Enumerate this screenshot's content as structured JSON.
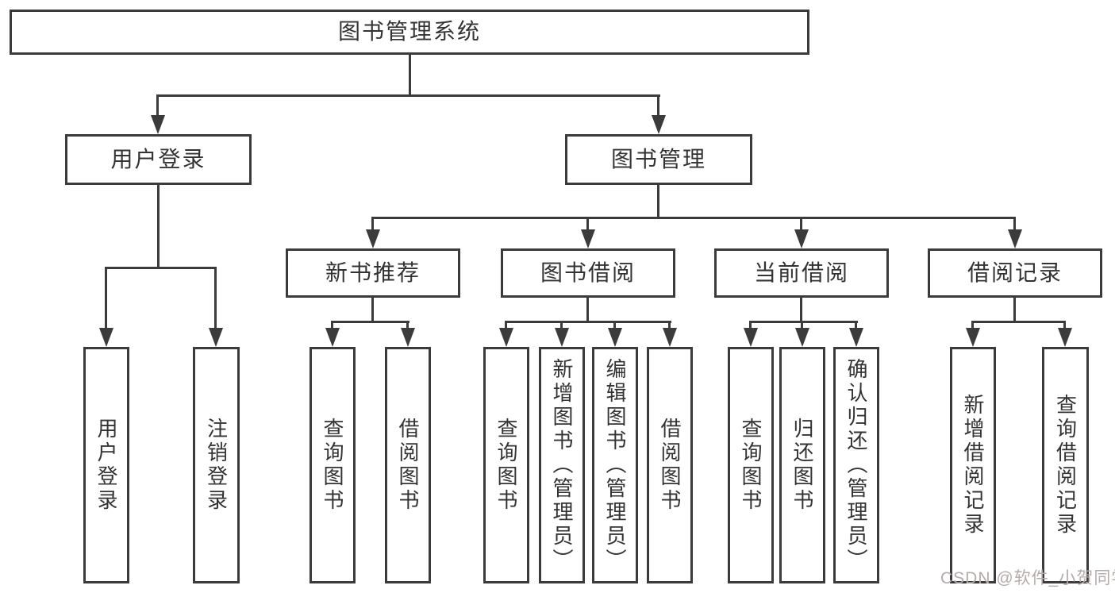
{
  "diagram": {
    "root": {
      "label": "图书管理系统"
    },
    "branches": [
      {
        "label": "用户登录",
        "children": [
          {
            "label": "用户登录"
          },
          {
            "label": "注销登录"
          }
        ]
      },
      {
        "label": "图书管理",
        "sections": [
          {
            "label": "新书推荐",
            "children": [
              {
                "label": "查询图书"
              },
              {
                "label": "借阅图书"
              }
            ]
          },
          {
            "label": "图书借阅",
            "children": [
              {
                "label": "查询图书"
              },
              {
                "label": "新增图书（管理员）"
              },
              {
                "label": "编辑图书（管理员）"
              },
              {
                "label": "借阅图书"
              }
            ]
          },
          {
            "label": "当前借阅",
            "children": [
              {
                "label": "查询图书"
              },
              {
                "label": "归还图书"
              },
              {
                "label": "确认归还（管理员）"
              }
            ]
          },
          {
            "label": "借阅记录",
            "children": [
              {
                "label": "新增借阅记录"
              },
              {
                "label": "查询借阅记录"
              }
            ]
          }
        ]
      }
    ]
  },
  "watermark": {
    "text": "CSDN @软件_小贺同学"
  },
  "colors": {
    "stroke": "#3b3b3b",
    "text": "#333333",
    "background": "#ffffff",
    "watermark": "#b5abab"
  }
}
